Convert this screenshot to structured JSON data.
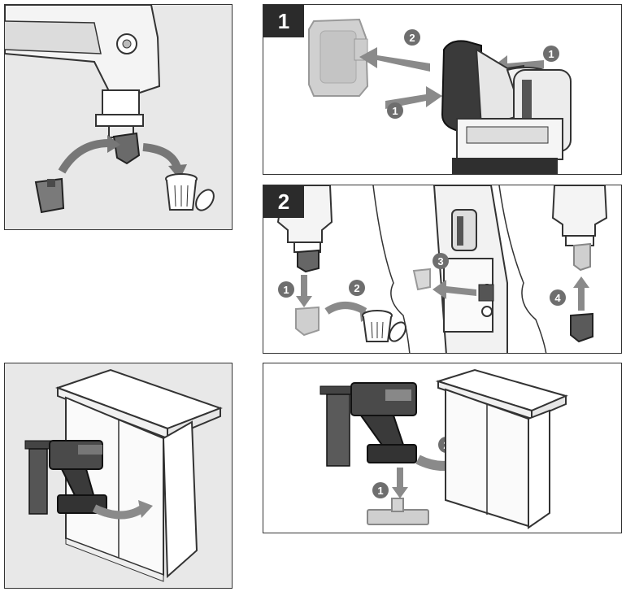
{
  "steps": {
    "step1_label": "1",
    "step2_label": "2"
  },
  "markers": {
    "p1_m1": "1",
    "p1_m2": "2",
    "p1_m3": "1",
    "p2_m1": "1",
    "p2_m2": "2",
    "p2_m3": "3",
    "p2_m4": "4",
    "p3_m1": "1",
    "p3_m2": "2"
  },
  "colors": {
    "panel_gray": "#e8e8e8",
    "badge": "#2b2b2b",
    "marker": "#6e6e6e",
    "arrow": "#8a8a8a",
    "tool_dark": "#3c3c3c",
    "ghost": "#c8c8c8"
  }
}
